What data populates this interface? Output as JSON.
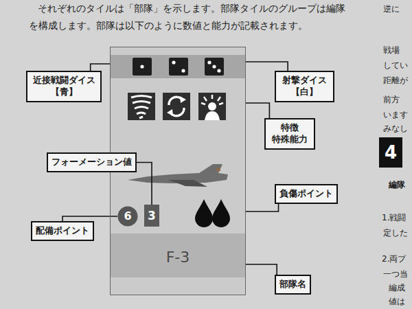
{
  "diagram": {
    "nodes": [
      {
        "text": [
          "近接戦闘ダイス 【青】"
        ]
      },
      {
        "text": [
          "射撃ダイス 【白】"
        ]
      },
      {
        "text": [
          "F-3"
        ]
      },
      {
        "text": [
          "特徴 特殊能力"
        ]
      },
      {
        "text": [
          "4"
        ]
      },
      {
        "text": [
          "フォーメーション値"
        ]
      },
      {
        "text": [
          "負傷ポイント"
        ]
      },
      {
        "text": [
          "6"
        ],
        "in": 2
      },
      {
        "text": [
          "3"
        ],
        "in": 2
      },
      {
        "text": [
          "配備ポイント"
        ]
      },
      {
        "text": [
          "部隊名"
        ]
      }
    ],
    "edges": [
      {
        "from": 0,
        "to": 2,
        "arrow": "none"
      },
      {
        "from": 1,
        "to": 2,
        "arrow": "none"
      },
      {
        "from": 3,
        "to": 2,
        "arrow": "none"
      },
      {
        "from": 5,
        "to": 8,
        "arrow": "none"
      },
      {
        "from": 6,
        "to": 2,
        "arrow": "none"
      },
      {
        "from": 9,
        "to": 7,
        "arrow": "none"
      },
      {
        "from": 10,
        "to": 2,
        "arrow": "none"
      }
    ],
    "labels": [
      "それぞれのタイルは「部隊」を示します。部隊タイルのグループは編隊",
      "を構成します。部隊は以下のように数値と能力が記載されます。",
      "逆に",
      "戦場",
      "してい",
      "距離が",
      "前方",
      "います",
      "みなし",
      "編隊",
      "1.戦闘",
      "定した",
      "2.両プ",
      "一つ当",
      "編成",
      "値は"
    ]
  }
}
